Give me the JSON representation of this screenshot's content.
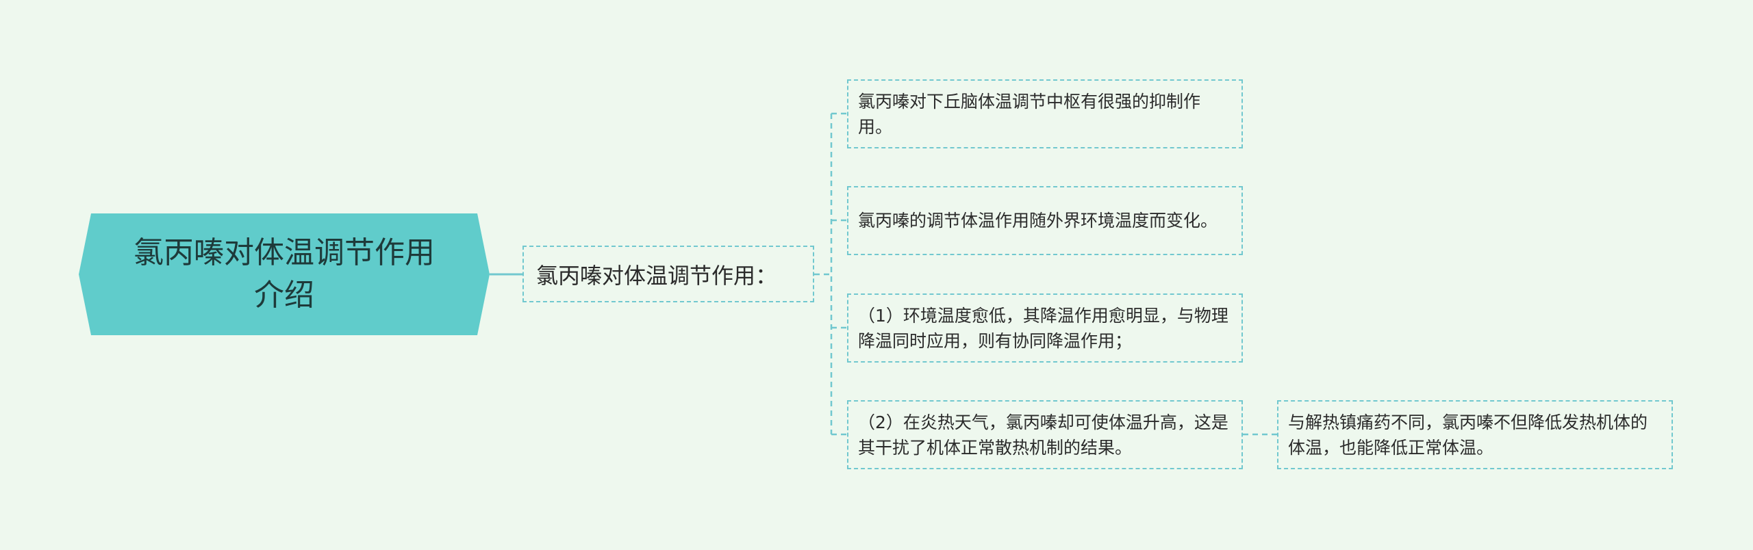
{
  "root": {
    "label": "氯丙嗪对体温调节作用介绍"
  },
  "branch": {
    "label": "氯丙嗪对体温调节作用："
  },
  "leaves": [
    {
      "label": "氯丙嗪对下丘脑体温调节中枢有很强的抑制作用。"
    },
    {
      "label": "氯丙嗪的调节体温作用随外界环境温度而变化。"
    },
    {
      "label": "（1）环境温度愈低，其降温作用愈明显，与物理降温同时应用，则有协同降温作用；"
    },
    {
      "label": "（2）在炎热天气，氯丙嗪却可使体温升高，这是其干扰了机体正常散热机制的结果。"
    }
  ],
  "subleaf": {
    "label": "与解热镇痛药不同，氯丙嗪不但降低发热机体的体温，也能降低正常体温。"
  },
  "colors": {
    "background": "#eef8ee",
    "root_fill": "#60cccb",
    "connector": "#71c8cf",
    "text": "#2b2b2b"
  }
}
